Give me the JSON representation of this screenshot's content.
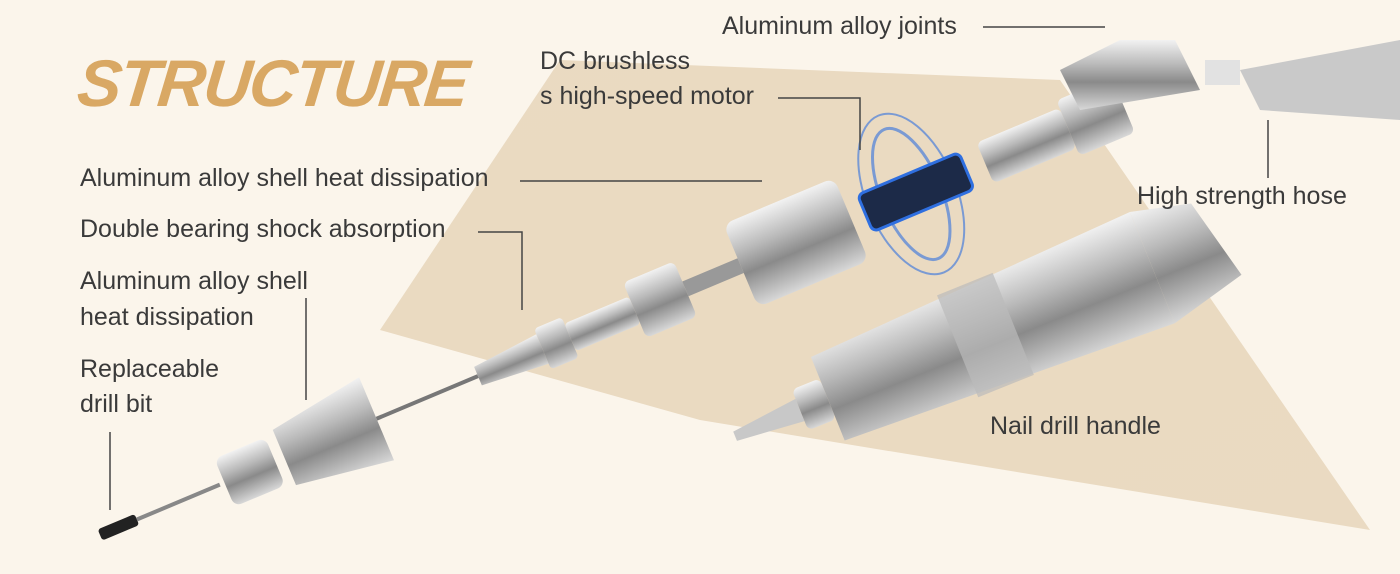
{
  "title": "STRUCTURE",
  "labels": {
    "joints": "Aluminum alloy joints",
    "motor_line1": "DC brushless",
    "motor_line2": "s high-speed motor",
    "shell_upper": "Aluminum alloy shell heat dissipation",
    "bearing": "Double bearing shock absorption",
    "shell_lower_line1": "Aluminum alloy shell",
    "shell_lower_line2": "heat dissipation",
    "bit_line1": "Replaceable",
    "bit_line2": "drill bit",
    "hose": "High strength hose",
    "handle": "Nail drill handle"
  },
  "colors": {
    "accent": "#d9a864",
    "background": "#fbf5eb",
    "motor_glow": "#2f6fe0"
  }
}
